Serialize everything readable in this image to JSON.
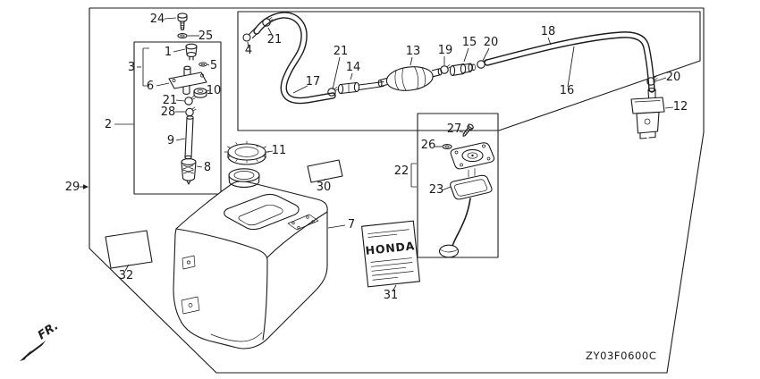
{
  "colors": {
    "line": "#1b1b1b",
    "background": "#ffffff"
  },
  "diagram": {
    "code": "ZY03F0600C",
    "fr_label": "FR.",
    "brand_label": "HONDA"
  },
  "icons": {
    "front_direction": "solid-arrow-down-left"
  },
  "callouts": [
    {
      "num": "24"
    },
    {
      "num": "25"
    },
    {
      "num": "1"
    },
    {
      "num": "3"
    },
    {
      "num": "5"
    },
    {
      "num": "6"
    },
    {
      "num": "10"
    },
    {
      "num": "21"
    },
    {
      "num": "28"
    },
    {
      "num": "2"
    },
    {
      "num": "9"
    },
    {
      "num": "8"
    },
    {
      "num": "29"
    },
    {
      "num": "32"
    },
    {
      "num": "11"
    },
    {
      "num": "30"
    },
    {
      "num": "7"
    },
    {
      "num": "4"
    },
    {
      "num": "21"
    },
    {
      "num": "17"
    },
    {
      "num": "21"
    },
    {
      "num": "14"
    },
    {
      "num": "13"
    },
    {
      "num": "19"
    },
    {
      "num": "15"
    },
    {
      "num": "20"
    },
    {
      "num": "18"
    },
    {
      "num": "16"
    },
    {
      "num": "20"
    },
    {
      "num": "12"
    },
    {
      "num": "27"
    },
    {
      "num": "26"
    },
    {
      "num": "22"
    },
    {
      "num": "23"
    },
    {
      "num": "31"
    }
  ]
}
